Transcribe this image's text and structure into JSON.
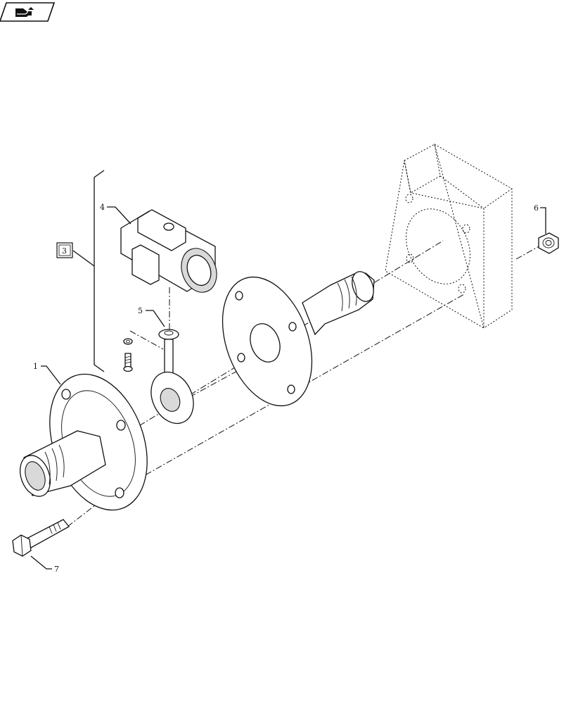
{
  "nav": {
    "return_icon": "return-arrow-icon"
  },
  "callouts": {
    "c1": "1",
    "c3": "3",
    "c4": "4",
    "c5": "5",
    "c6": "6",
    "c7": "7"
  }
}
